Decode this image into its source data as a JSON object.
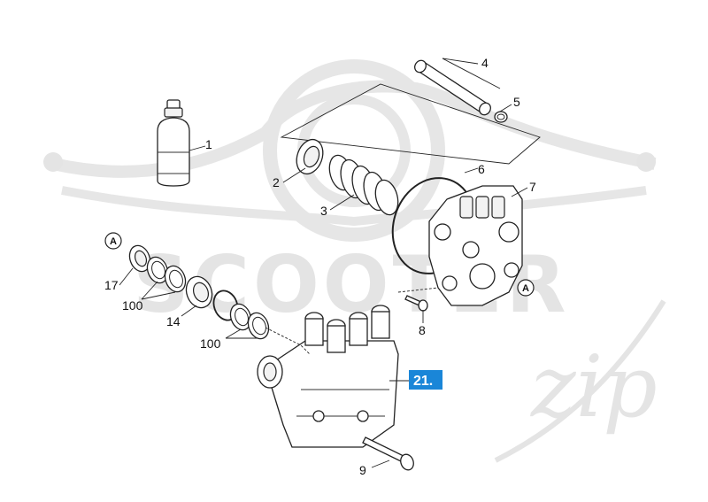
{
  "watermark": {
    "brand_main": "SCOOTER",
    "brand_script": "zip"
  },
  "callouts": {
    "c1": "1",
    "c2": "2",
    "c3": "3",
    "c4": "4",
    "c5": "5",
    "c6": "6",
    "c7": "7",
    "c8": "8",
    "c9": "9",
    "c14": "14",
    "c17": "17",
    "c100a": "100",
    "c100b": "100"
  },
  "ref_markers": {
    "left": "A",
    "right": "A"
  },
  "badge": {
    "label": "21.",
    "color": "#1a86d8"
  }
}
